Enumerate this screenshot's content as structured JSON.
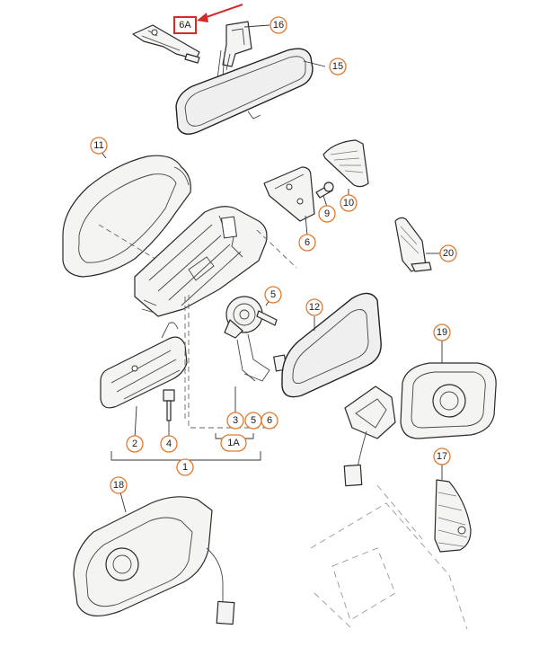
{
  "diagram": {
    "highlight": {
      "label": "6A",
      "color": "#d42a2a"
    },
    "callouts": [
      {
        "id": "c16",
        "label": "16"
      },
      {
        "id": "c15",
        "label": "15"
      },
      {
        "id": "c11",
        "label": "11"
      },
      {
        "id": "c10",
        "label": "10"
      },
      {
        "id": "c9",
        "label": "9"
      },
      {
        "id": "c6top",
        "label": "6"
      },
      {
        "id": "c20",
        "label": "20"
      },
      {
        "id": "c5",
        "label": "5"
      },
      {
        "id": "c12",
        "label": "12"
      },
      {
        "id": "c19",
        "label": "19"
      },
      {
        "id": "c3",
        "label": "3"
      },
      {
        "id": "c5b",
        "label": "5"
      },
      {
        "id": "c6b",
        "label": "6"
      },
      {
        "id": "c2",
        "label": "2"
      },
      {
        "id": "c4",
        "label": "4"
      },
      {
        "id": "c1A",
        "label": "1A"
      },
      {
        "id": "c1",
        "label": "1"
      },
      {
        "id": "c17",
        "label": "17"
      },
      {
        "id": "c18",
        "label": "18"
      }
    ],
    "callout_color": "#e07a2e"
  }
}
